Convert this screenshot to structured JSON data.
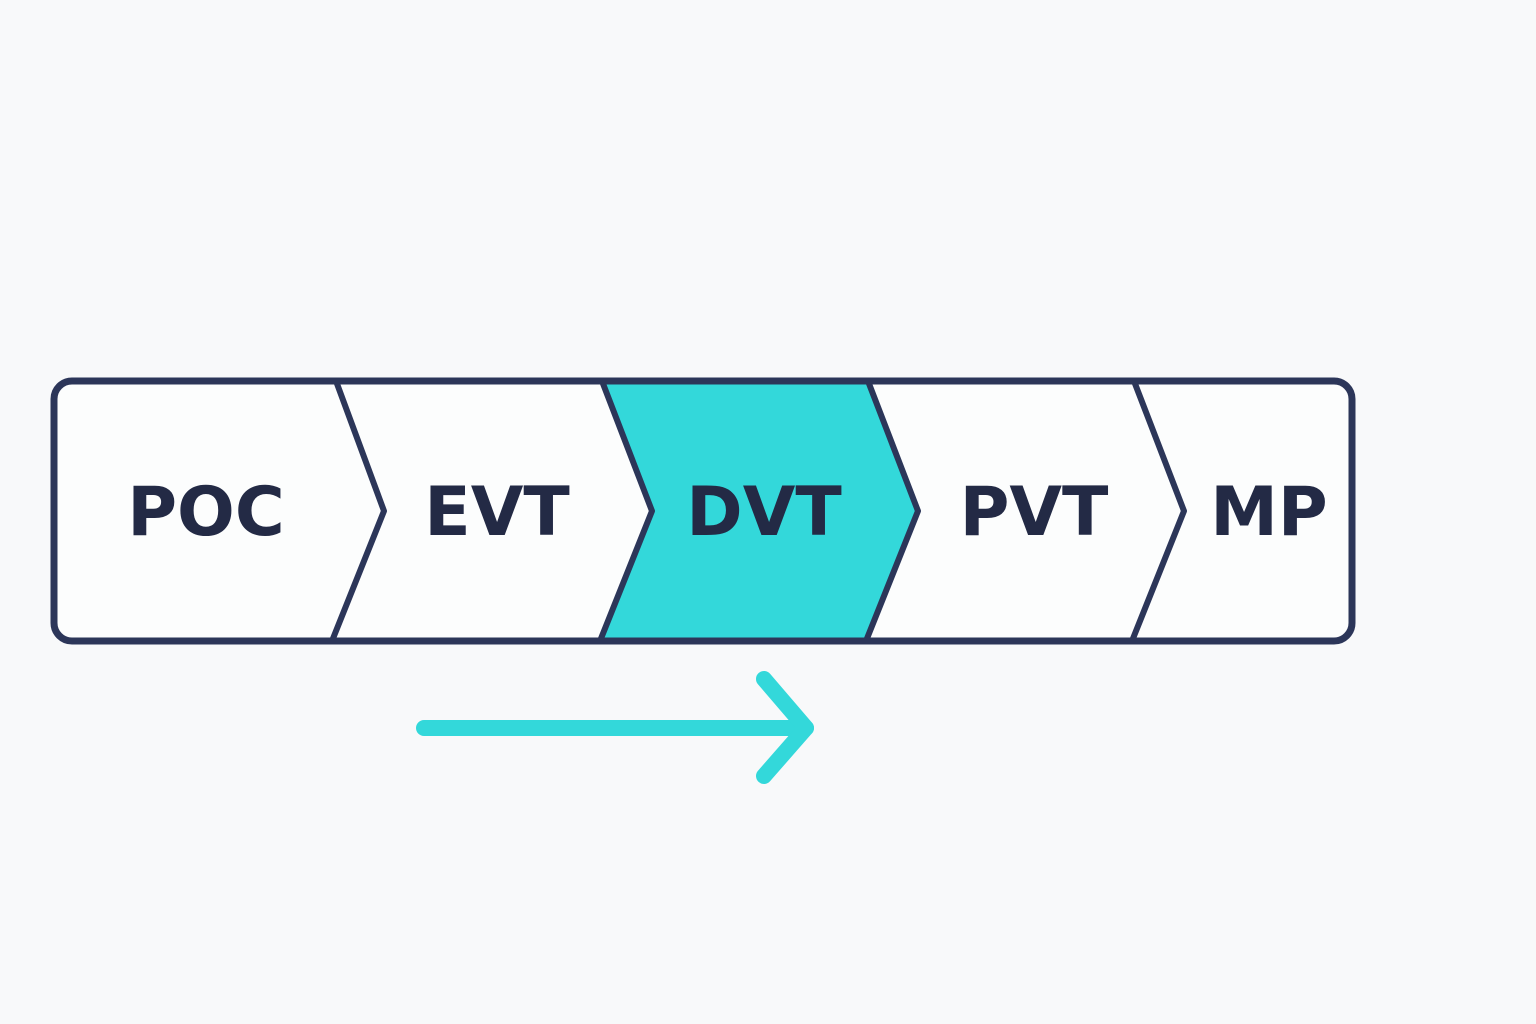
{
  "stages": [
    {
      "label": "POC",
      "active": false
    },
    {
      "label": "EVT",
      "active": false
    },
    {
      "label": "DVT",
      "active": true
    },
    {
      "label": "PVT",
      "active": false
    },
    {
      "label": "MP",
      "active": false
    }
  ],
  "colors": {
    "background": "#f8f9fa",
    "outline": "#2c3659",
    "inactive_fill": "#fcfdfd",
    "active_fill": "#33d8da",
    "text": "#232a45",
    "arrow": "#33d8da"
  },
  "progress_arrow": {
    "direction": "right",
    "icon": "arrow-right-icon"
  }
}
